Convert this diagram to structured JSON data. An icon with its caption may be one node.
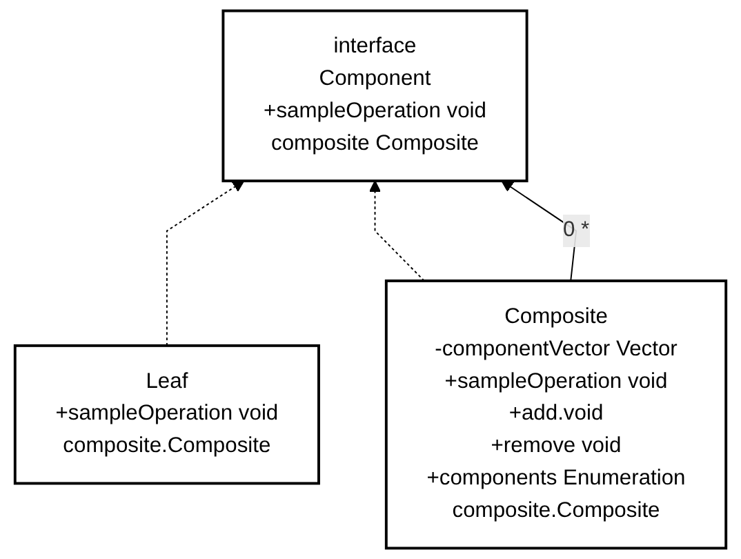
{
  "diagram": {
    "nodes": [
      {
        "text": [
          "interface",
          "Component",
          "+sampleOperation void",
          "composite Composite"
        ]
      },
      {
        "text": [
          "Leaf",
          "+sampleOperation void",
          "composite.Composite"
        ]
      },
      {
        "text": [
          "Composite",
          "-componentVector Vector",
          "+sampleOperation void",
          "+add.void",
          "+remove void",
          "+components Enumeration",
          "composite.Composite"
        ]
      }
    ],
    "edges": [
      {
        "from": 1,
        "to": 0,
        "arrow": "to",
        "style": "dashed"
      },
      {
        "from": 2,
        "to": 0,
        "arrow": "to",
        "style": "dashed"
      },
      {
        "from": 2,
        "to": 0,
        "arrow": "to",
        "label": "0 *"
      }
    ]
  }
}
